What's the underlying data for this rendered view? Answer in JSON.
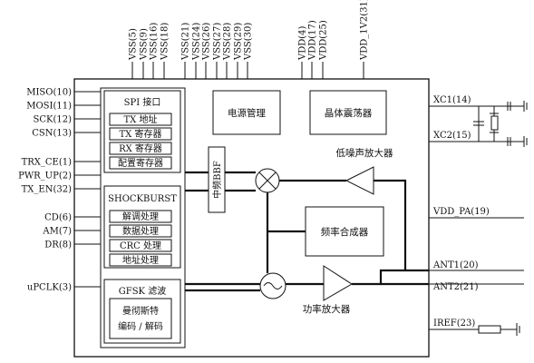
{
  "left_pins": [
    "MISO(10)",
    "MOSI(11)",
    "SCK(12)",
    "CSN(13)",
    "TRX_CE(1)",
    "PWR_UP(2)",
    "TX_EN(32)",
    "CD(6)",
    "AM(7)",
    "DR(8)",
    "uPCLK(3)"
  ],
  "top_pins": [
    "VSS(5)",
    "VSS(9)",
    "VSS(16)",
    "VSS(18)",
    "VSS(21)",
    "VSS(24)",
    "VSS(26)",
    "VSS(27)",
    "VSS(28)",
    "VSS(29)",
    "VSS(30)",
    "VDD(4)",
    "VDD(17)",
    "VDD(25)",
    "VDD_1V2(31)"
  ],
  "right_pins": [
    "XC1(14)",
    "XC2(15)",
    "VDD_PA(19)",
    "ANT1(20)",
    "ANT2(21)",
    "IREF(23)"
  ],
  "spi_group": [
    "SPI 接口",
    "TX 地址",
    "TX 寄存器",
    "RX 寄存器",
    "配置寄存器"
  ],
  "shockburst_group": [
    "SHOCKBURST",
    "解调处理",
    "数据处理",
    "CRC 处理",
    "地址处理"
  ],
  "gfsk_group": [
    "GFSK 滤波",
    "曼彻斯特",
    "编码 / 解码"
  ],
  "blocks": {
    "power_mgmt": "电源管理",
    "crystal_osc": "晶体震荡器",
    "freq_synth": "频率合成器",
    "if_bbf": "中频BBF",
    "lna": "低噪声放大器",
    "pa": "功率放大器"
  }
}
